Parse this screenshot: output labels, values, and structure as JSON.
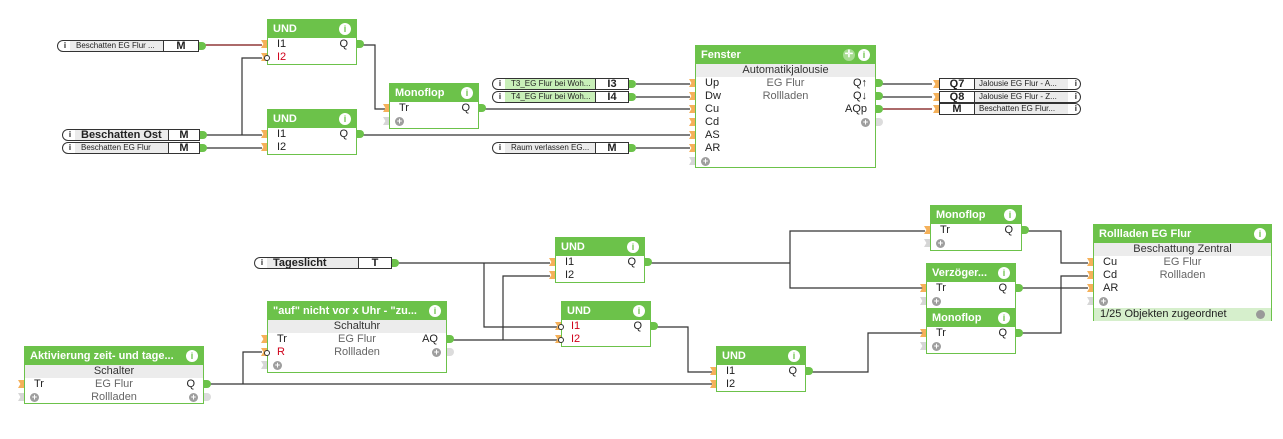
{
  "colors": {
    "block": "#6cc24a",
    "wire": "#333333",
    "wire_active": "#7a1010",
    "input_port": "#f5b15a"
  },
  "objects_in": [
    {
      "id": "o1",
      "label": "Beschatten  EG  Flur ...",
      "tag": "M"
    },
    {
      "id": "o2",
      "label": "Beschatten Ost",
      "tag": "M"
    },
    {
      "id": "o3",
      "label": "Beschatten EG Flur",
      "tag": "M"
    },
    {
      "id": "o4",
      "label": "T3_EG  Flur  bei  Woh...",
      "tag": "I3"
    },
    {
      "id": "o5",
      "label": "T4_EG  Flur  bei  Woh...",
      "tag": "I4"
    },
    {
      "id": "o6",
      "label": "Raum  verlassen  EG...",
      "tag": "M"
    },
    {
      "id": "o7",
      "label": "Tageslicht",
      "tag": "T"
    }
  ],
  "objects_out": [
    {
      "tag": "Q7",
      "label": "Jalousie EG Flur - A..."
    },
    {
      "tag": "Q8",
      "label": "Jalousie EG Flur - Z..."
    },
    {
      "tag": "M",
      "label": "Beschatten  EG  Flur..."
    }
  ],
  "blocks": {
    "und1": {
      "title": "UND",
      "in": [
        "I1",
        "I2"
      ],
      "out": "Q"
    },
    "und2": {
      "title": "UND",
      "in": [
        "I1",
        "I2"
      ],
      "out": "Q"
    },
    "mono1": {
      "title": "Monoflop",
      "in": "Tr",
      "out": "Q"
    },
    "fenster": {
      "title": "Fenster",
      "sub": "Automatikjalousie",
      "mid1": "EG Flur",
      "mid2": "Rollladen",
      "in": [
        "Up",
        "Dw",
        "Cu",
        "Cd",
        "AS",
        "AR"
      ],
      "out": [
        "Q↑",
        "Q↓",
        "AQp"
      ]
    },
    "und3": {
      "title": "UND",
      "in": [
        "I1",
        "I2"
      ],
      "out": "Q"
    },
    "und4": {
      "title": "UND",
      "in": [
        "I1",
        "I2"
      ],
      "out": "Q"
    },
    "und5": {
      "title": "UND",
      "in": [
        "I1",
        "I2"
      ],
      "out": "Q"
    },
    "schaltuhr": {
      "title": "\"auf\" nicht vor x Uhr - \"zu...",
      "sub": "Schaltuhr",
      "mid1": "EG Flur",
      "mid2": "Rollladen",
      "in": [
        "Tr",
        "R"
      ],
      "out": "AQ"
    },
    "schalter": {
      "title": "Aktivierung zeit- und tage...",
      "sub": "Schalter",
      "mid1": "EG Flur",
      "mid2": "Rollladen",
      "in": "Tr",
      "out": "Q"
    },
    "mono2": {
      "title": "Monoflop",
      "in": "Tr",
      "out": "Q"
    },
    "verz": {
      "title": "Verzöger...",
      "in": "Tr",
      "out": "Q"
    },
    "mono3": {
      "title": "Monoflop",
      "in": "Tr",
      "out": "Q"
    },
    "rollladen": {
      "title": "Rollladen EG Flur",
      "sub": "Beschattung Zentral",
      "mid1": "EG Flur",
      "mid2": "Rollladen",
      "in": [
        "Cu",
        "Cd",
        "AR"
      ],
      "footer": "1/25 Objekten zugeordnet"
    }
  },
  "icons": {
    "info": "i",
    "plus": "+",
    "move": "✛"
  }
}
